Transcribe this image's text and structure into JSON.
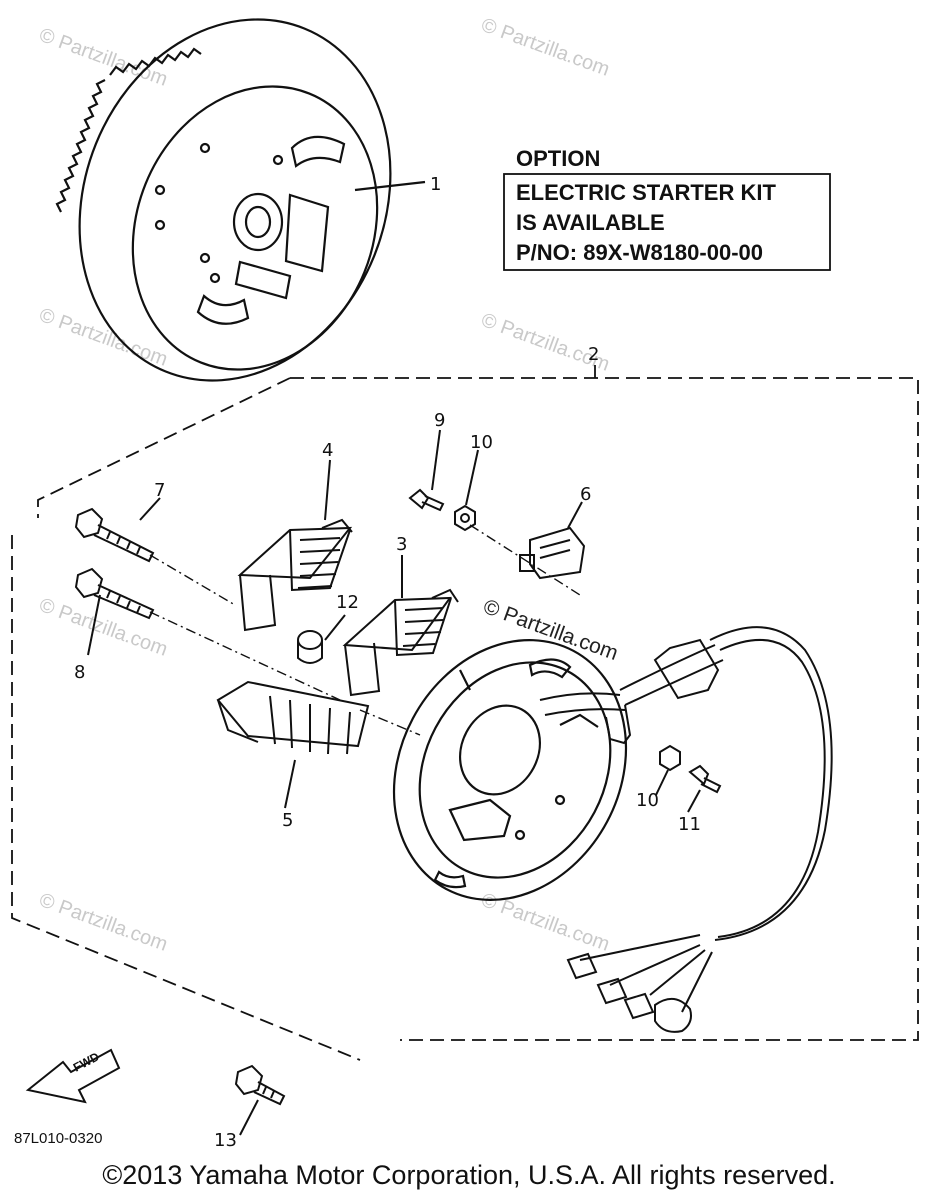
{
  "option_box": {
    "title": "OPTION",
    "line1": "ELECTRIC STARTER KIT",
    "line2": "IS AVAILABLE",
    "line3": "P/NO: 89X-W8180-00-00"
  },
  "callouts": {
    "c1": "1",
    "c2": "2",
    "c3": "3",
    "c4": "4",
    "c5": "5",
    "c6": "6",
    "c7": "7",
    "c8": "8",
    "c9": "9",
    "c10a": "10",
    "c10b": "10",
    "c11": "11",
    "c12": "12",
    "c13": "13"
  },
  "fwd_label": "FWD",
  "diagram_code": "87L010-0320",
  "watermark": "© Partzilla.com",
  "copyright": "©2013 Yamaha Motor Corporation, U.S.A. All rights reserved."
}
